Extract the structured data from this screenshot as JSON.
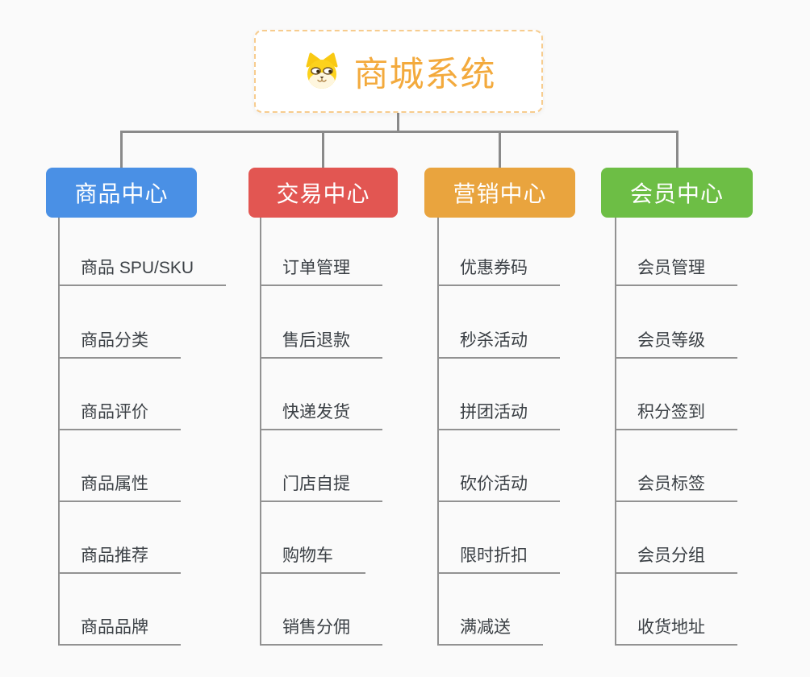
{
  "root": {
    "title": "商城系统",
    "icon": "doge-icon"
  },
  "branches": [
    {
      "label": "商品中心",
      "color": "#4A90E5",
      "children": [
        "商品 SPU/SKU",
        "商品分类",
        "商品评价",
        "商品属性",
        "商品推荐",
        "商品品牌"
      ]
    },
    {
      "label": "交易中心",
      "color": "#E25652",
      "children": [
        "订单管理",
        "售后退款",
        "快递发货",
        "门店自提",
        "购物车",
        "销售分佣"
      ]
    },
    {
      "label": "营销中心",
      "color": "#E9A43E",
      "children": [
        "优惠券码",
        "秒杀活动",
        "拼团活动",
        "砍价活动",
        "限时折扣",
        "满减送"
      ]
    },
    {
      "label": "会员中心",
      "color": "#6DBE45",
      "children": [
        "会员管理",
        "会员等级",
        "积分签到",
        "会员标签",
        "会员分组",
        "收货地址"
      ]
    }
  ],
  "colors": {
    "background": "#FAFAFA",
    "connector": "#8A8A8A",
    "leaf_underline": "#929292",
    "leaf_text": "#3B4045",
    "root_text": "#F3AA3D",
    "root_border": "#F7CC8E"
  }
}
